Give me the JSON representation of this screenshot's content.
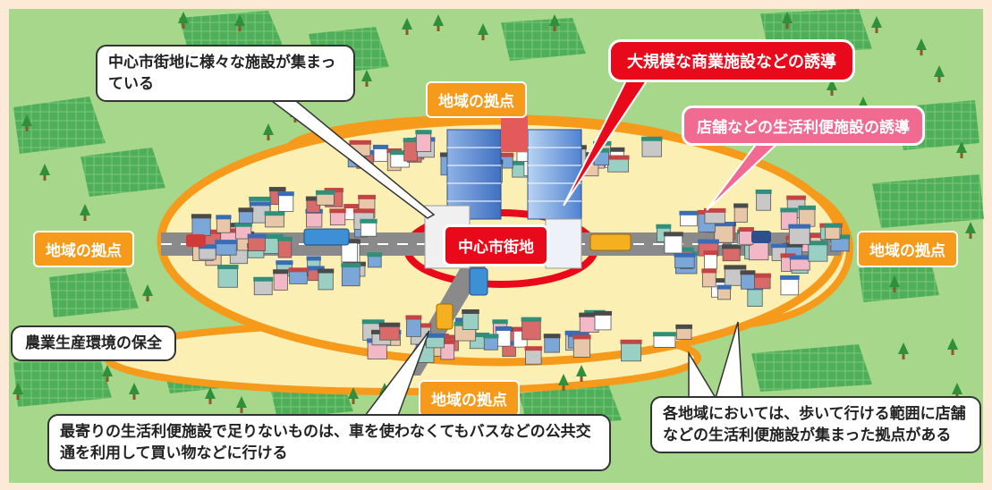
{
  "labels": {
    "city_center": "中心市街地",
    "hub_top": "地域の拠点",
    "hub_left": "地域の拠点",
    "hub_right": "地域の拠点",
    "hub_bottom": "地域の拠点",
    "callout_facilities": "中心市街地に様々な施設が集まっている",
    "callout_commercial": "大規模な商業施設などの誘導",
    "callout_shops": "店舗などの生活利便施設の誘導",
    "callout_agri": "農業生産環境の保全",
    "callout_bus": "最寄りの生活利便施設で足りないものは、車を使わなくてもバスなどの公共交通を利用して買い物などに行ける",
    "callout_walk": "各地域においては、歩いて行ける範囲に店舗などの生活利便施設が集まった拠点がある"
  },
  "colors": {
    "frame": "#fce9d6",
    "grass": "#a6d78a",
    "field": "#4fae5a",
    "hub_zone": "#fcefb4",
    "ring": "#f59a1a",
    "road": "#8a8a8a",
    "accent_red": "#e8091b",
    "accent_pink": "#f06a92"
  },
  "icons": [
    "tree-icon",
    "house-icon",
    "bus-icon",
    "car-icon",
    "tower-icon"
  ]
}
